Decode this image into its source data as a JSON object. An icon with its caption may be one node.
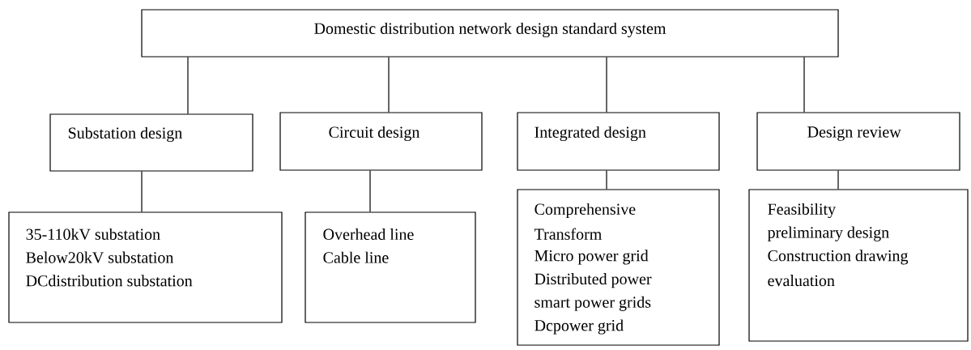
{
  "diagram": {
    "nodes": [
      {
        "text": [
          "Domestic distribution network design standard system"
        ]
      },
      {
        "text": [
          "Substation design"
        ]
      },
      {
        "text": [
          "Circuit design"
        ]
      },
      {
        "text": [
          "Integrated design"
        ]
      },
      {
        "text": [
          "Design review"
        ]
      },
      {
        "text": [
          "35-110kV substation",
          "Below20kV substation",
          "DCdistribution substation"
        ]
      },
      {
        "text": [
          "Overhead line",
          "Cable line"
        ]
      },
      {
        "text": [
          "Comprehensive",
          "Transform",
          "Micro power grid",
          "Distributed power",
          "smart power grids",
          "Dcpower grid"
        ]
      },
      {
        "text": [
          "Feasibility",
          "preliminary design",
          "Construction drawing",
          "evaluation"
        ]
      }
    ],
    "edges": [
      {
        "from": 0,
        "to": 1,
        "arrow": "none"
      },
      {
        "from": 0,
        "to": 2,
        "arrow": "none"
      },
      {
        "from": 0,
        "to": 3,
        "arrow": "none"
      },
      {
        "from": 0,
        "to": 4,
        "arrow": "none"
      },
      {
        "from": 1,
        "to": 5,
        "arrow": "none"
      },
      {
        "from": 2,
        "to": 6,
        "arrow": "none"
      },
      {
        "from": 3,
        "to": 7,
        "arrow": "none"
      },
      {
        "from": 4,
        "to": 8,
        "arrow": "none"
      }
    ]
  }
}
